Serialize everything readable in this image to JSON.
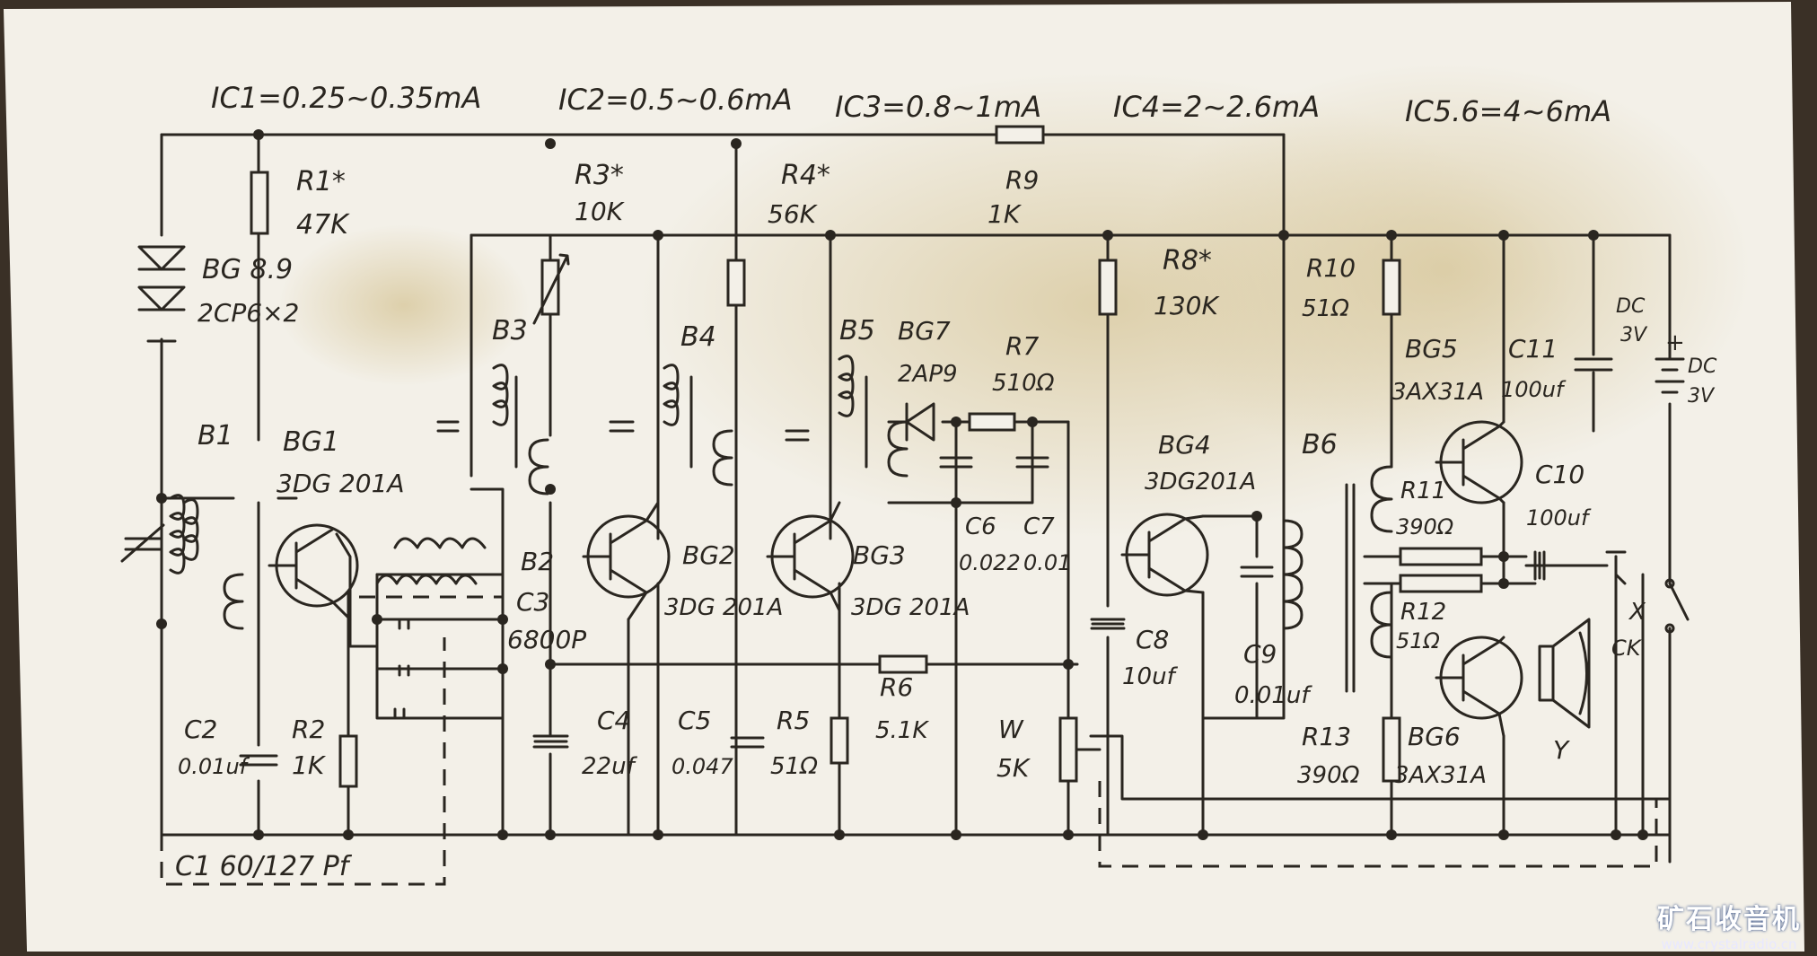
{
  "currents": [
    "IC1=0.25~0.35mA",
    "IC2=0.5~0.6mA",
    "IC3=0.8~1mA",
    "IC4=2~2.6mA",
    "IC5.6=4~6mA"
  ],
  "resistors": {
    "r1": {
      "name": "R1*",
      "value": "47K"
    },
    "r2": {
      "name": "R2",
      "value": "1K"
    },
    "r3": {
      "name": "R3*",
      "value": "10K"
    },
    "r4": {
      "name": "R4*",
      "value": "56K"
    },
    "r5": {
      "name": "R5",
      "value": "51Ω"
    },
    "r6": {
      "name": "R6",
      "value": "5.1K"
    },
    "r7": {
      "name": "R7",
      "value": "510Ω"
    },
    "r8": {
      "name": "R8*",
      "value": "130K"
    },
    "r9": {
      "name": "R9",
      "value": "1K"
    },
    "r10": {
      "name": "R10",
      "value": "51Ω"
    },
    "r11": {
      "name": "R11",
      "value": "390Ω"
    },
    "r12": {
      "name": "R12",
      "value": "51Ω"
    },
    "r13": {
      "name": "R13",
      "value": "390Ω"
    },
    "w": {
      "name": "W",
      "value": "5K"
    }
  },
  "capacitors": {
    "c1": "C1 60/127 Pf",
    "c2": {
      "name": "C2",
      "value": "0.01uf"
    },
    "c3": {
      "name": "C3",
      "value": "6800P"
    },
    "c4": {
      "name": "C4",
      "value": "22uf"
    },
    "c5": {
      "name": "C5",
      "value": "0.047"
    },
    "c6": {
      "name": "C6",
      "value": "0.022"
    },
    "c7": {
      "name": "C7",
      "value": "0.01"
    },
    "c8": {
      "name": "C8",
      "value": "10uf"
    },
    "c9": {
      "name": "C9",
      "value": "0.01uf"
    },
    "c10": {
      "name": "C10",
      "value": "100uf"
    },
    "c11": {
      "name": "C11",
      "value": "100uf"
    }
  },
  "transistors": {
    "bg1": {
      "name": "BG1",
      "type": "3DG 201A"
    },
    "bg2": {
      "name": "BG2",
      "type": "3DG 201A"
    },
    "bg3": {
      "name": "BG3",
      "type": "3DG 201A"
    },
    "bg4": {
      "name": "BG4",
      "type": "3DG201A"
    },
    "bg5": {
      "name": "BG5",
      "type": "3AX31A"
    },
    "bg6": {
      "name": "BG6",
      "type": "3AX31A"
    },
    "bg7": {
      "name": "BG7",
      "type": "2AP9"
    },
    "bg89": {
      "name": "BG 8.9",
      "type": "2CP6×2"
    }
  },
  "coils": {
    "b1": "B1",
    "b2": "B2",
    "b3": "B3",
    "b4": "B4",
    "b5": "B5",
    "b6": "B6"
  },
  "misc": {
    "dc1": "DC",
    "dc1v": "3V",
    "dc2": "DC",
    "dc2v": "3V",
    "plus": "+",
    "ck": "CK",
    "x": "X",
    "y": "Y"
  },
  "watermark": {
    "logo": "矿石收音机",
    "url": "www.crystalradio.cn"
  },
  "colors": {
    "paper": "#f3f0e8",
    "ink": "#2a2620",
    "stain": "#d9cba3",
    "watermark": "#1c3a7a"
  }
}
